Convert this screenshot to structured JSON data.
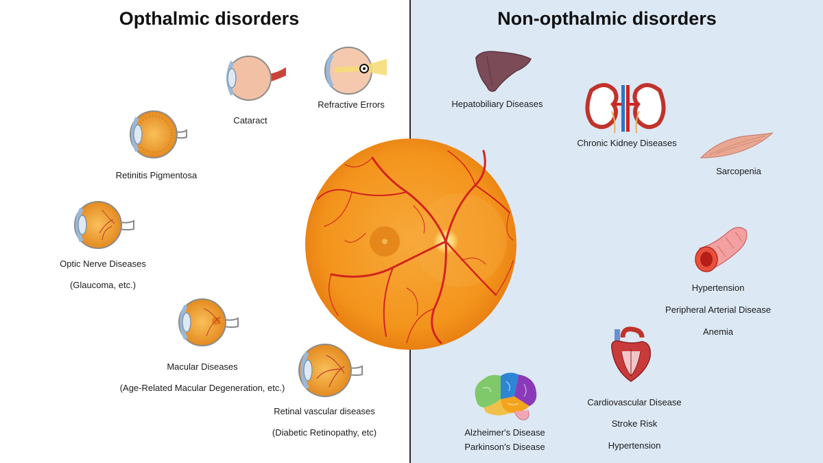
{
  "headings": {
    "left": "Opthalmic disorders",
    "right": "Non-opthalmic disorders"
  },
  "ophthalmic": {
    "cataract": "Cataract",
    "refractive_errors": "Refractive Errors",
    "retinitis_pigmentosa": "Retinitis Pigmentosa",
    "optic_nerve": "Optic Nerve Diseases",
    "optic_nerve_sub": "(Glaucoma, etc.)",
    "macular": "Macular Diseases",
    "macular_sub": "(Age-Related Macular Degeneration, etc.)",
    "retinal_vascular": "Retinal vascular diseases",
    "retinal_vascular_sub": "(Diabetic Retinopathy, etc)"
  },
  "non_ophthalmic": {
    "hepatobiliary": "Hepatobiliary Diseases",
    "kidney": "Chronic Kidney Diseases",
    "sarcopenia": "Sarcopenia",
    "hypertension_vessel": "Hypertension",
    "pad": "Peripheral Arterial Disease",
    "anemia": "Anemia",
    "cardiovascular": "Cardiovascular Disease",
    "stroke": "Stroke Risk",
    "hypertension_heart": "Hypertension",
    "alzheimers": "Alzheimer's Disease",
    "parkinsons": "Parkinson's Disease"
  },
  "colors": {
    "right_panel": "#dce8f4",
    "fundus_orange": "#f39a1e",
    "vessel_red": "#d2231f"
  }
}
